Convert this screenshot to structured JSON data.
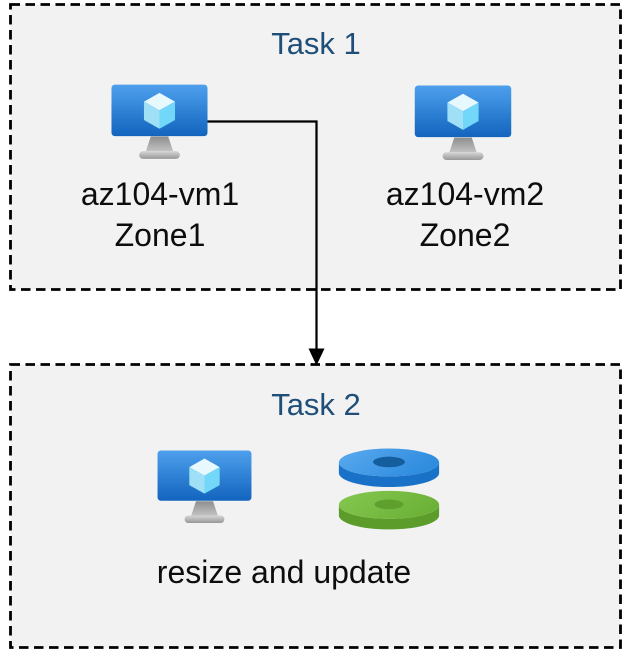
{
  "tasks": [
    {
      "title": "Task 1",
      "nodes": [
        {
          "icon": "azure-virtual-machine-icon",
          "line1": "az104-vm1",
          "line2": "Zone1"
        },
        {
          "icon": "azure-virtual-machine-icon",
          "line1": "az104-vm2",
          "line2": "Zone2"
        }
      ]
    },
    {
      "title": "Task 2",
      "nodes": [
        {
          "icon": "azure-virtual-machine-icon"
        },
        {
          "icon": "azure-managed-disks-icon"
        }
      ],
      "caption": "resize and update"
    }
  ],
  "arrow": {
    "from_node": "az104-vm1",
    "to_box": "Task 2",
    "style": "elbow-arrow"
  },
  "colors": {
    "box_fill": "#f2f2f2",
    "border_color": "#000000",
    "title_color": "#1f4e79",
    "label_color": "#0d0d0d",
    "arrow_color": "#000000",
    "vm_screen_top": "#4ea0ed",
    "vm_screen_bottom": "#1264be",
    "cube_top": "#e7f8ff",
    "cube_left": "#9fe0f7",
    "cube_right": "#73d7f9",
    "stand_gray": "#a9a9a9",
    "disk_blue_top": "#3d9be9",
    "disk_blue_side": "#1a72c8",
    "disk_blue_hole": "#155e9e",
    "disk_green_top": "#7cc24a",
    "disk_green_side": "#5b9c2b",
    "disk_green_hole": "#5e9f2d"
  }
}
